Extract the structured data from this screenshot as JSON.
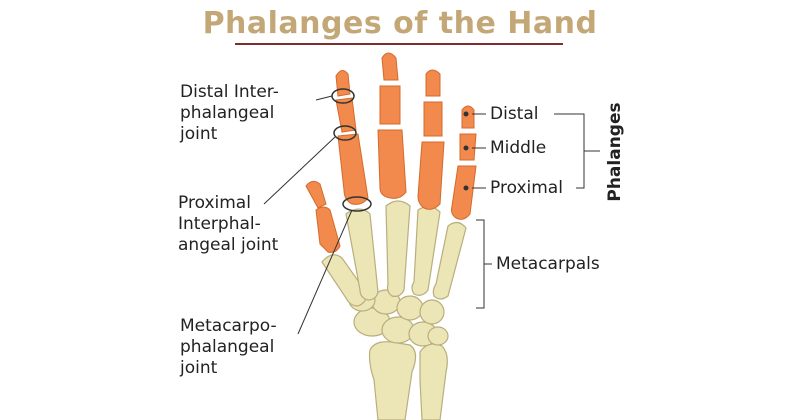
{
  "title": "Phalanges of the Hand",
  "labels": {
    "dip_line1": "Distal Inter-",
    "dip_line2": "phalangeal",
    "dip_line3": "joint",
    "pip_line1": "Proximal",
    "pip_line2": "Interphal-",
    "pip_line3": "angeal joint",
    "mcp_line1": "Metacarpo-",
    "mcp_line2": "phalangeal",
    "mcp_line3": "joint",
    "distal": "Distal",
    "middle": "Middle",
    "proximal": "Proximal",
    "phalanges": "Phalanges",
    "metacarpals": "Metacarpals"
  },
  "colors": {
    "title": "#c4a777",
    "title_rule": "#7a2f2f",
    "phalanx": "#f28a4d",
    "bone": "#ece5b6",
    "bone_outline": "#b9ae7d",
    "line": "#333333"
  }
}
